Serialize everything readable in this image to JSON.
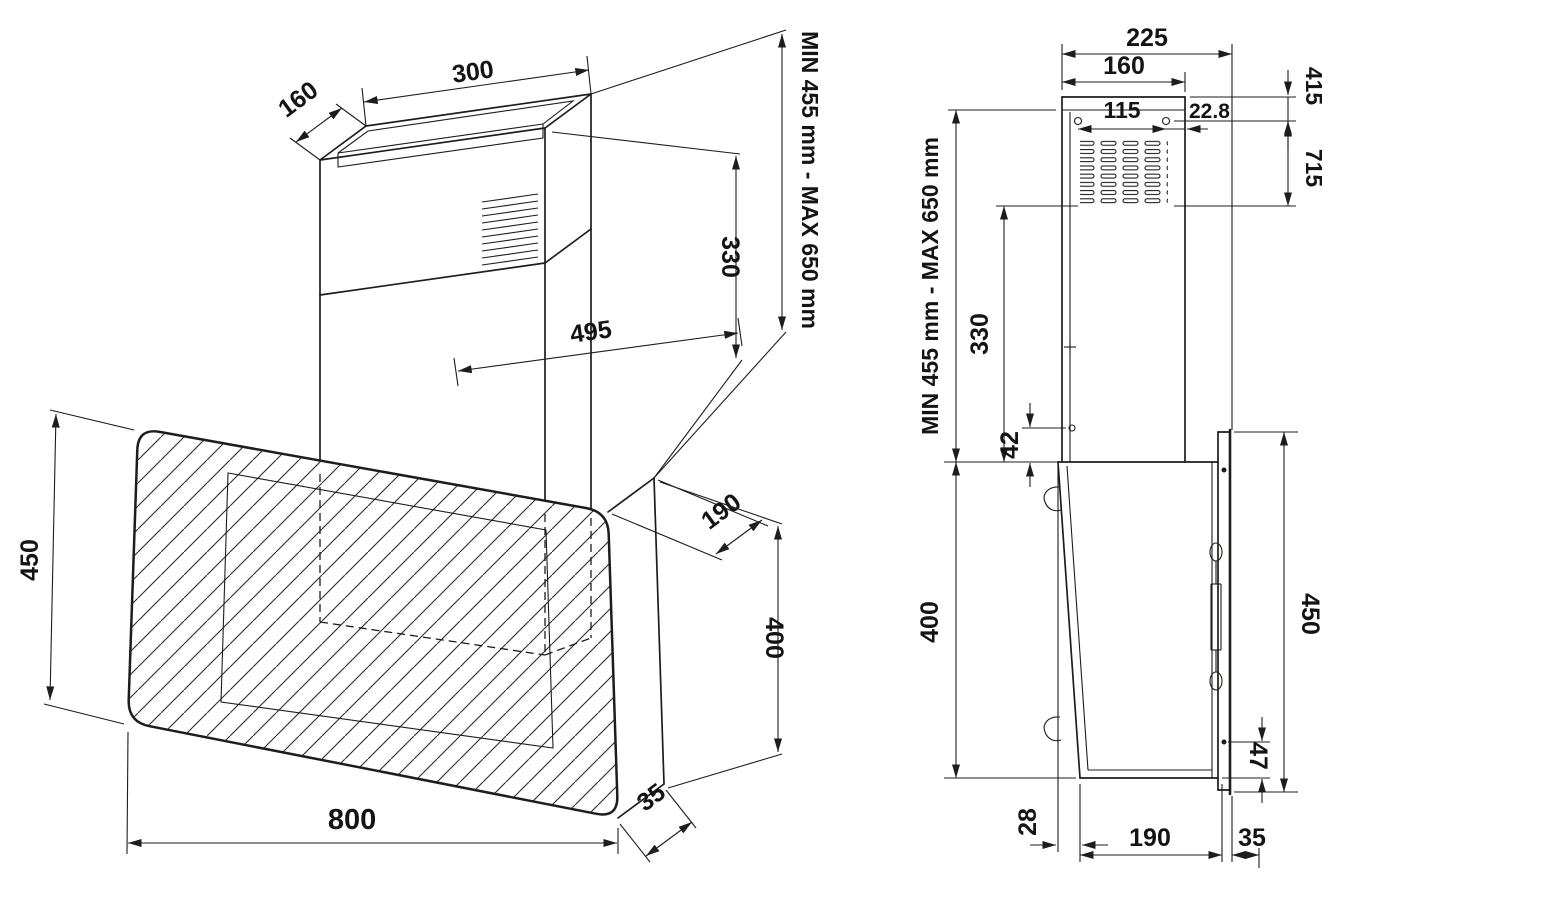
{
  "page": {
    "title": "Cooker hood installation dimensions drawing",
    "line_color": "#1d1d1b",
    "background": "#ffffff"
  },
  "front_view": {
    "dimensions": {
      "duct_depth": "160",
      "duct_width": "300",
      "height_range": "MIN 455 mm - MAX 650 mm",
      "chimney_height": "330",
      "top_width": "495",
      "glass_height": "450",
      "top_depth": "190",
      "body_height": "400",
      "glass_width": "800",
      "bottom_offset": "35"
    }
  },
  "side_view": {
    "dimensions": {
      "total_depth": "225",
      "duct_depth": "160",
      "hole_top_offset": "415",
      "hole_spacing": "115",
      "grille_back_offset": "22.8",
      "grille_height": "715",
      "height_range": "MIN 455 mm - MAX 650 mm",
      "duct_lower_height": "330",
      "hole_body_offset": "42",
      "body_height": "400",
      "back_height": "450",
      "bottom_hook_offset": "47",
      "front_slant_offset": "28",
      "body_depth": "190",
      "wall_offset": "35"
    }
  }
}
